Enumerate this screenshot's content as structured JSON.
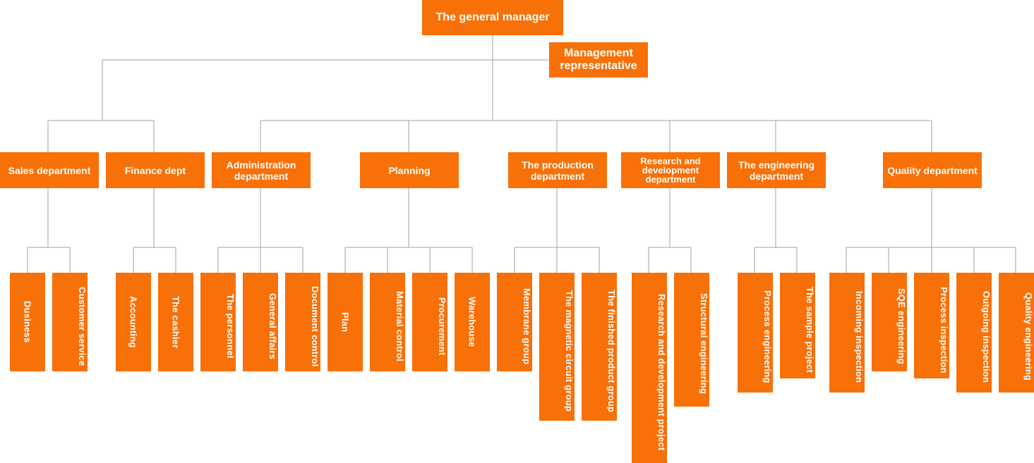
{
  "chart": {
    "root": "The general manager",
    "representative": "Management representative",
    "departments": [
      "Sales department",
      "Finance dept",
      "Administration department",
      "Planning",
      "The production department",
      "Research and development department",
      "The engineering department",
      "Quality department"
    ],
    "units": {
      "sales": [
        "Dusiness",
        "Customer service"
      ],
      "finance": [
        "Accounting",
        "The cashier"
      ],
      "administration": [
        "The personnel",
        "General affairs",
        "Document control"
      ],
      "planning": [
        "Plan",
        "Material control",
        "Procurement",
        "Warehouse"
      ],
      "production": [
        "Membrane group",
        "The magnetic circuit group",
        "The finished product group"
      ],
      "research": [
        "Research and development project",
        "Structural engineering"
      ],
      "engineering": [
        "Process engineering",
        "The sample project"
      ],
      "quality": [
        "Incoming inspection",
        "SQE engineering",
        "Process inspection",
        "Outgoing inspection",
        "Quality engineering"
      ]
    }
  },
  "colors": {
    "box": "#f87008",
    "text": "#ffffff",
    "line": "#a0a0a0"
  }
}
